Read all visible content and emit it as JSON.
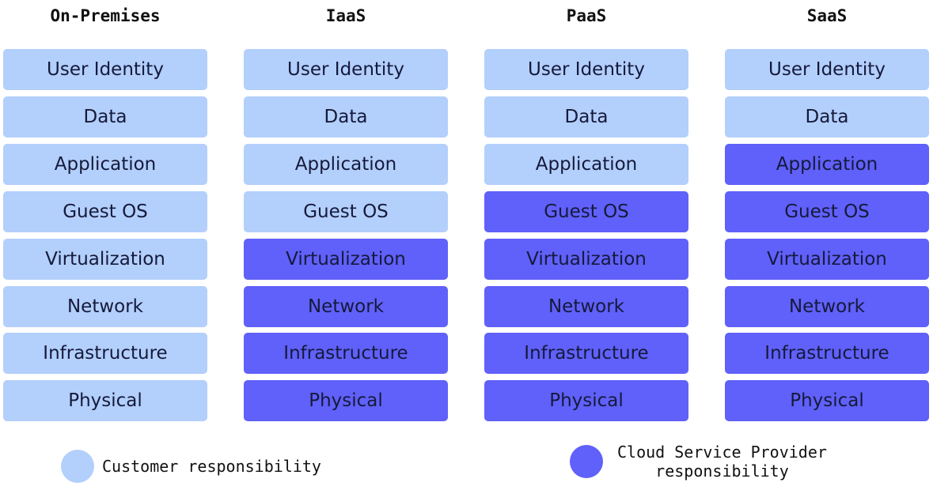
{
  "colors": {
    "customer": "#b3cffc",
    "provider": "#6060fa",
    "text": "#151a3a"
  },
  "columns": [
    {
      "title": "On-Premises",
      "layers": [
        {
          "label": "User Identity",
          "owner": "customer"
        },
        {
          "label": "Data",
          "owner": "customer"
        },
        {
          "label": "Application",
          "owner": "customer"
        },
        {
          "label": "Guest OS",
          "owner": "customer"
        },
        {
          "label": "Virtualization",
          "owner": "customer"
        },
        {
          "label": "Network",
          "owner": "customer"
        },
        {
          "label": "Infrastructure",
          "owner": "customer"
        },
        {
          "label": "Physical",
          "owner": "customer"
        }
      ]
    },
    {
      "title": "IaaS",
      "layers": [
        {
          "label": "User Identity",
          "owner": "customer"
        },
        {
          "label": "Data",
          "owner": "customer"
        },
        {
          "label": "Application",
          "owner": "customer"
        },
        {
          "label": "Guest OS",
          "owner": "customer"
        },
        {
          "label": "Virtualization",
          "owner": "provider"
        },
        {
          "label": "Network",
          "owner": "provider"
        },
        {
          "label": "Infrastructure",
          "owner": "provider"
        },
        {
          "label": "Physical",
          "owner": "provider"
        }
      ]
    },
    {
      "title": "PaaS",
      "layers": [
        {
          "label": "User Identity",
          "owner": "customer"
        },
        {
          "label": "Data",
          "owner": "customer"
        },
        {
          "label": "Application",
          "owner": "customer"
        },
        {
          "label": "Guest OS",
          "owner": "provider"
        },
        {
          "label": "Virtualization",
          "owner": "provider"
        },
        {
          "label": "Network",
          "owner": "provider"
        },
        {
          "label": "Infrastructure",
          "owner": "provider"
        },
        {
          "label": "Physical",
          "owner": "provider"
        }
      ]
    },
    {
      "title": "SaaS",
      "layers": [
        {
          "label": "User Identity",
          "owner": "customer"
        },
        {
          "label": "Data",
          "owner": "customer"
        },
        {
          "label": "Application",
          "owner": "provider"
        },
        {
          "label": "Guest OS",
          "owner": "provider"
        },
        {
          "label": "Virtualization",
          "owner": "provider"
        },
        {
          "label": "Network",
          "owner": "provider"
        },
        {
          "label": "Infrastructure",
          "owner": "provider"
        },
        {
          "label": "Physical",
          "owner": "provider"
        }
      ]
    }
  ],
  "legend": {
    "customer_label": "Customer responsibility",
    "provider_label": "Cloud Service Provider\nresponsibility"
  }
}
